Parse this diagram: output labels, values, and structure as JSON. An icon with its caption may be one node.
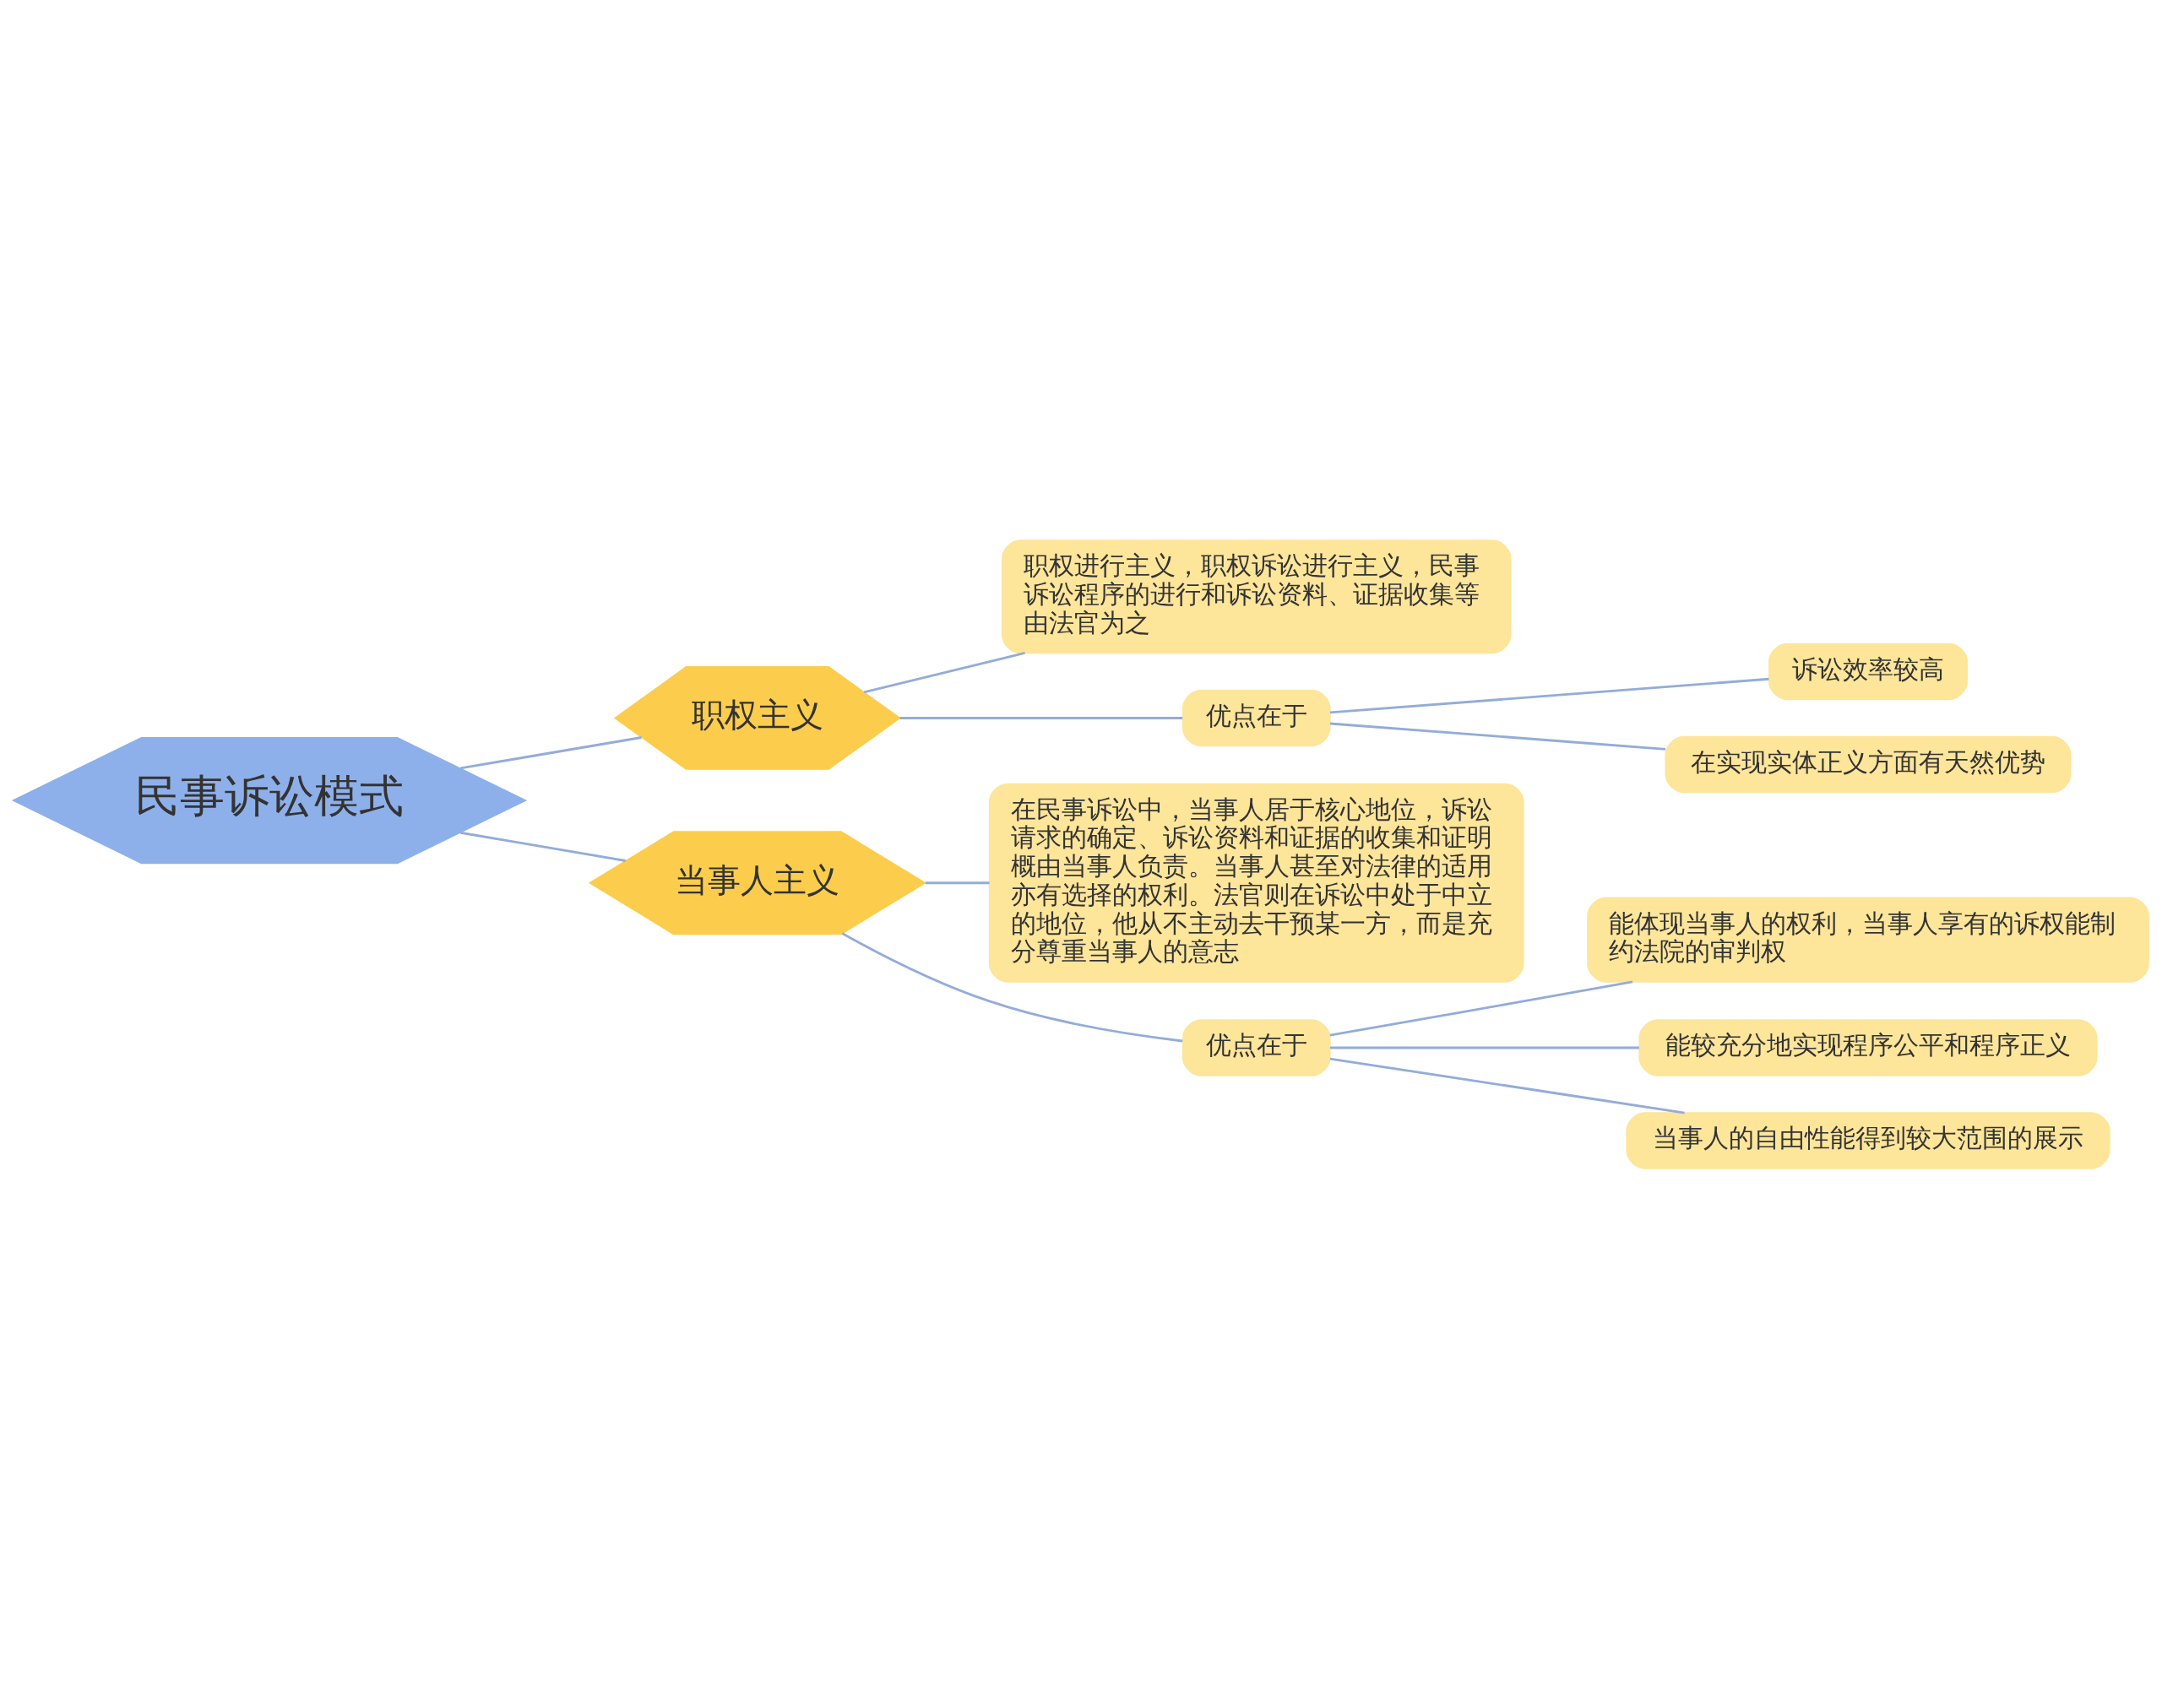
{
  "diagram": {
    "nodes": [
      {
        "text": [
          "民事诉讼模式"
        ]
      },
      {
        "text": [
          "职权主义"
        ]
      },
      {
        "text": [
          "职权进行主义，职权诉讼进行主义，民事诉讼程序的进行和诉讼资料、证据收集等由法官为之"
        ]
      },
      {
        "text": [
          "优点在于"
        ]
      },
      {
        "text": [
          "诉讼效率较高"
        ]
      },
      {
        "text": [
          "在实现实体正义方面有天然优势"
        ]
      },
      {
        "text": [
          "当事人主义"
        ]
      },
      {
        "text": [
          "在民事诉讼中，当事人居于核心地位，诉讼请求的确定、诉讼资料和证据的收集和证明概由当事人负责。当事人甚至对法律的适用亦有选择的权利。法官则在诉讼中处于中立的地位，他从不主动去干预某一方，而是充分尊重当事人的意志"
        ]
      },
      {
        "text": [
          "优点在于"
        ]
      },
      {
        "text": [
          "能体现当事人的权利，当事人享有的诉权能制约法院的审判权"
        ]
      },
      {
        "text": [
          "能较充分地实现程序公平和程序正义"
        ]
      },
      {
        "text": [
          "当事人的自由性能得到较大范围的展示"
        ]
      }
    ],
    "edges": [
      {
        "from": 0,
        "to": 1,
        "arrow": "none"
      },
      {
        "from": 1,
        "to": 2,
        "arrow": "none"
      },
      {
        "from": 1,
        "to": 3,
        "arrow": "none"
      },
      {
        "from": 3,
        "to": 4,
        "arrow": "none"
      },
      {
        "from": 3,
        "to": 5,
        "arrow": "none"
      },
      {
        "from": 0,
        "to": 6,
        "arrow": "none"
      },
      {
        "from": 6,
        "to": 7,
        "arrow": "none"
      },
      {
        "from": 6,
        "to": 8,
        "arrow": "none"
      },
      {
        "from": 8,
        "to": 9,
        "arrow": "none"
      },
      {
        "from": 8,
        "to": 10,
        "arrow": "none"
      },
      {
        "from": 8,
        "to": 11,
        "arrow": "none"
      }
    ]
  }
}
